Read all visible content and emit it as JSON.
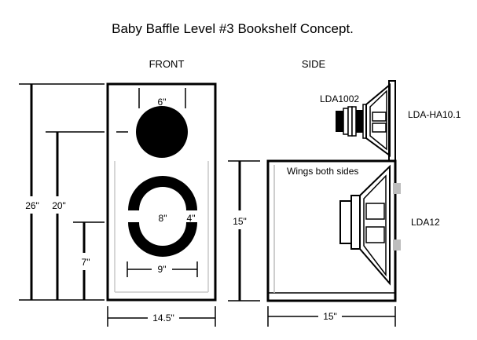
{
  "title": "Baby Baffle Level #3 Bookshelf Concept.",
  "views": {
    "front": "FRONT",
    "side": "SIDE"
  },
  "front_dims": {
    "height_total": "26\"",
    "height_mid": "20\"",
    "height_low": "7\"",
    "width": "14.5\"",
    "tweeter_cutout": "6\"",
    "woofer_cutout": "9\"",
    "ring_outer": "8\"",
    "ring_inner": "4\""
  },
  "side_dims": {
    "height": "15\"",
    "width": "15\""
  },
  "labels": {
    "tweeter": "LDA1002",
    "horn": "LDA-HA10.1",
    "woofer": "LDA12",
    "wings": "Wings both sides"
  }
}
